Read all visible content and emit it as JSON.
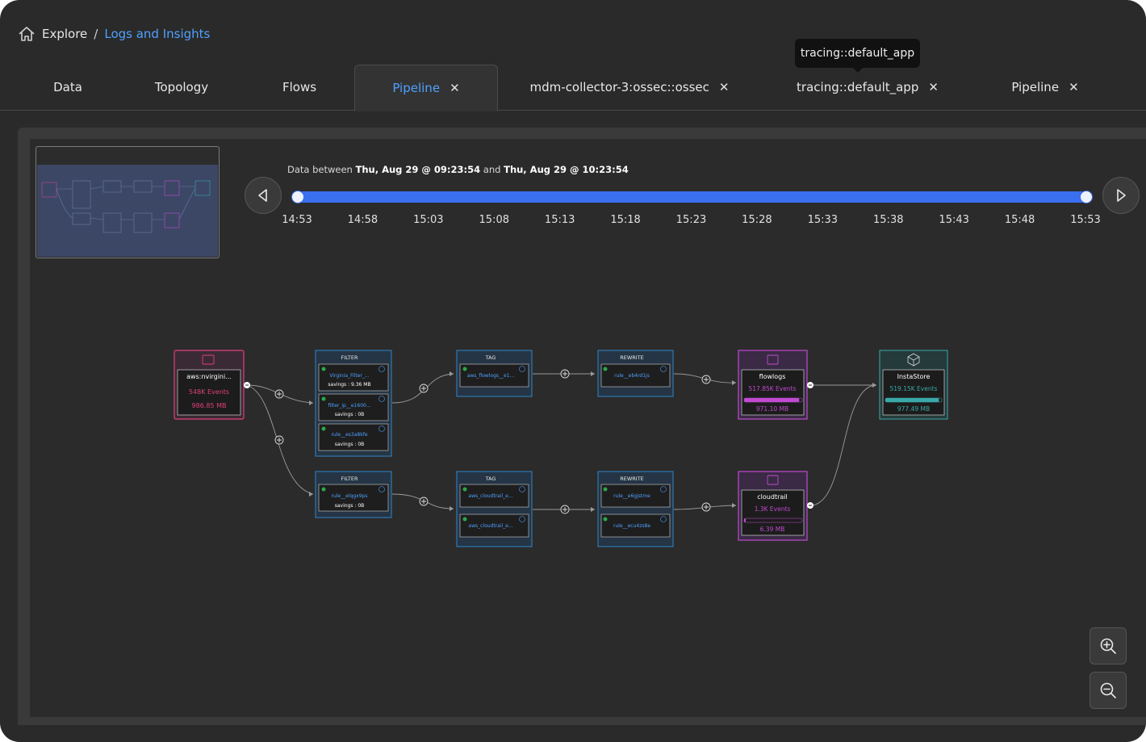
{
  "breadcrumb": {
    "root": "Explore",
    "separator": "/",
    "current": "Logs and Insights"
  },
  "tabs": [
    {
      "label": "Data",
      "closable": false,
      "active": false
    },
    {
      "label": "Topology",
      "closable": false,
      "active": false
    },
    {
      "label": "Flows",
      "closable": false,
      "active": false
    },
    {
      "label": "Pipeline",
      "closable": true,
      "active": true
    },
    {
      "label": "mdm-collector-3:ossec::ossec",
      "closable": true,
      "active": false
    },
    {
      "label": "tracing::default_app",
      "closable": true,
      "active": false
    },
    {
      "label": "Pipeline",
      "closable": true,
      "active": false
    }
  ],
  "tooltip": "tracing::default_app",
  "timeline": {
    "prefix": "Data between",
    "start": "Thu, Aug 29 @ 09:23:54",
    "and": "and",
    "end": "Thu, Aug 29 @ 10:23:54",
    "ticks": [
      "14:53",
      "14:58",
      "15:03",
      "15:08",
      "15:13",
      "15:18",
      "15:23",
      "15:28",
      "15:33",
      "15:38",
      "15:43",
      "15:48",
      "15:53"
    ]
  },
  "colors": {
    "accent": "#4ea1ff",
    "track": "#3a6ff0",
    "source": "#e0407a",
    "processor": "#2f86c9",
    "sink": "#c04ad0",
    "store": "#3aa8a8"
  },
  "pipeline": {
    "source": {
      "label": "aws:nvirgini...",
      "events": "548K Events",
      "size": "986.85 MB"
    },
    "filter1": {
      "title": "FILTER",
      "rules": [
        {
          "name": "Virginia_Filter_...",
          "savings": "savings : 9.36 MB"
        },
        {
          "name": "filter_ip__e1600...",
          "savings": "savings : 0B"
        },
        {
          "name": "rule__es3a8kfe",
          "savings": "savings : 0B"
        }
      ]
    },
    "tag1": {
      "title": "TAG",
      "rules": [
        {
          "name": "aws_flowlogs__e1..."
        }
      ]
    },
    "rewrite1": {
      "title": "REWRITE",
      "rules": [
        {
          "name": "rule__eb4rd1js"
        }
      ]
    },
    "sink1": {
      "label": "flowlogs",
      "events": "517.85K Events",
      "size": "971.10 MB",
      "fill": 0.95
    },
    "store": {
      "label": "InstaStore",
      "events": "519.15K Events",
      "size": "977.49 MB",
      "fill": 0.95
    },
    "filter2": {
      "title": "FILTER",
      "rules": [
        {
          "name": "rule__elqgx9ps",
          "savings": "savings : 0B"
        }
      ]
    },
    "tag2": {
      "title": "TAG",
      "rules": [
        {
          "name": "aws_cloudtrail_e..."
        },
        {
          "name": "aws_cloudtrail_e..."
        }
      ]
    },
    "rewrite2": {
      "title": "REWRITE",
      "rules": [
        {
          "name": "rule__e6gjstme"
        },
        {
          "name": "rule__ecu4zs8e"
        }
      ]
    },
    "sink2": {
      "label": "cloudtrail",
      "events": "1.3K Events",
      "size": "6.39 MB",
      "fill": 0.02
    }
  }
}
